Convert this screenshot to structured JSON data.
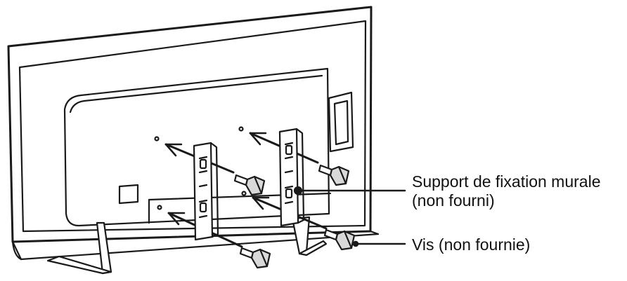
{
  "callouts": {
    "bracket": {
      "line1": "Support de fixation murale",
      "line2": "(non fourni)"
    },
    "screw": {
      "label": "Vis (non fournie)"
    }
  },
  "colors": {
    "stroke": "#1a1a1a",
    "fill": "#ffffff",
    "shade": "#d9d9d9"
  }
}
